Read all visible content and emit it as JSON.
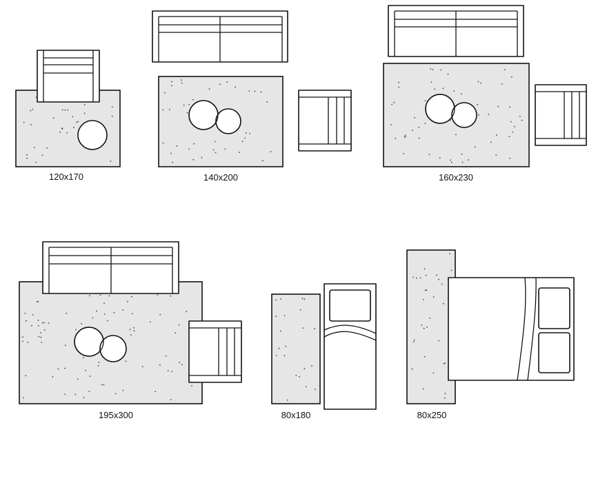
{
  "labels": {
    "rug_1": "120x170",
    "rug_2": "140x200",
    "rug_3": "160x230",
    "rug_4": "195x300",
    "rug_5": "80x180",
    "rug_6": "80x250"
  },
  "colors": {
    "rug_fill": "#e6e6e6",
    "outline": "#111111",
    "background": "#ffffff"
  }
}
